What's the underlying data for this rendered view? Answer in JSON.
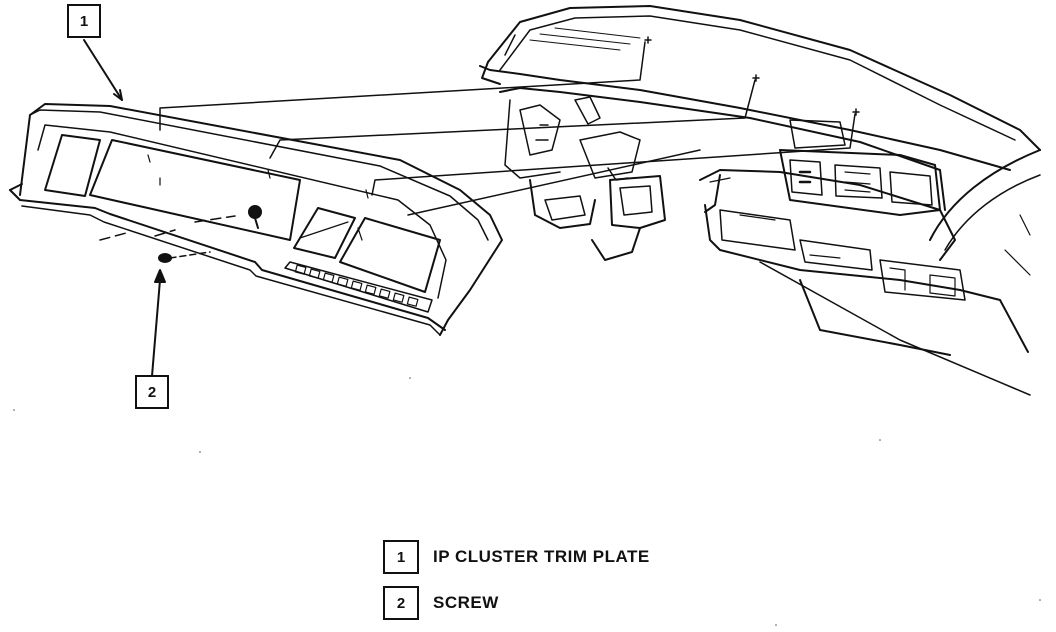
{
  "callouts": [
    {
      "number": "1"
    },
    {
      "number": "2"
    }
  ],
  "legend": [
    {
      "number": "1",
      "label": "IP CLUSTER TRIM PLATE"
    },
    {
      "number": "2",
      "label": "SCREW"
    }
  ]
}
